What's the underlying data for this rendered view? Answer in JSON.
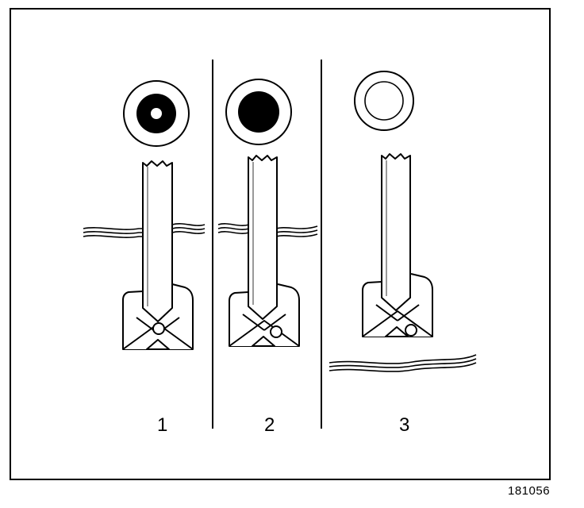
{
  "figure_number": "181056",
  "panels": [
    {
      "label": "1",
      "indicator": "ring-with-small-center",
      "water_level": "high"
    },
    {
      "label": "2",
      "indicator": "solid-dot",
      "water_level": "high"
    },
    {
      "label": "3",
      "indicator": "empty-ring",
      "water_level": "low"
    }
  ],
  "colors": {
    "ink": "#000000",
    "paper": "#ffffff"
  }
}
